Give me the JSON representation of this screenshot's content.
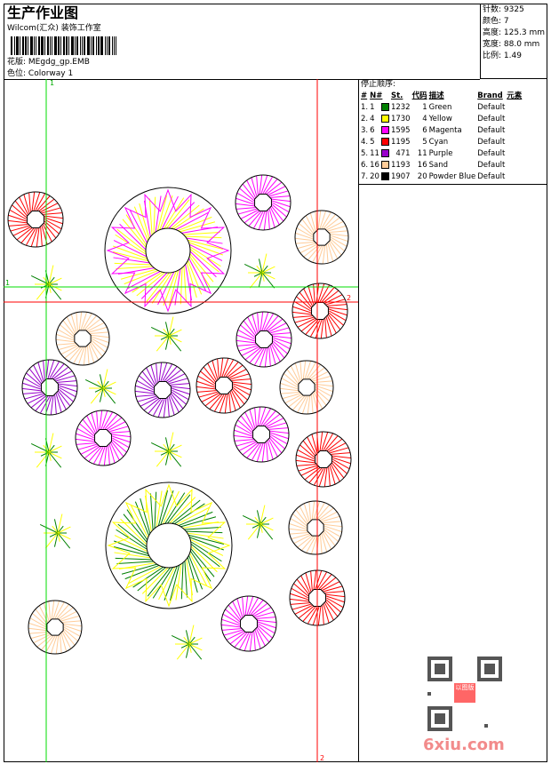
{
  "header": {
    "title": "生产作业图",
    "company": "Wilcom(汇众) 装饰工作室",
    "pattern_label": "花版:",
    "pattern_value": "MEgdg_gp.EMB",
    "colorway_label": "色位:",
    "colorway_value": "Colorway 1"
  },
  "stats": {
    "stitches": "针数: 9325",
    "colors": "颜色: 7",
    "height": "高度: 125.3 mm",
    "width": "宽度: 88.0 mm",
    "scale": "比例: 1.49"
  },
  "stop_sequence": {
    "title": "停止顺序:",
    "headers": [
      "#",
      "N#",
      "St.",
      "代码",
      "描述",
      "Brand",
      "元素"
    ],
    "rows": [
      {
        "idx": "1.",
        "n": "1",
        "color": "#008000",
        "st": "1232",
        "code": "1",
        "desc": "Green",
        "brand": "Default"
      },
      {
        "idx": "2.",
        "n": "4",
        "color": "#ffff00",
        "st": "1730",
        "code": "4",
        "desc": "Yellow",
        "brand": "Default"
      },
      {
        "idx": "3.",
        "n": "6",
        "color": "#ff00ff",
        "st": "1595",
        "code": "6",
        "desc": "Magenta",
        "brand": "Default"
      },
      {
        "idx": "4.",
        "n": "5",
        "color": "#ff0000",
        "st": "1195",
        "code": "5",
        "desc": "Cyan",
        "brand": "Default"
      },
      {
        "idx": "5.",
        "n": "11",
        "color": "#9900cc",
        "st": "471",
        "code": "11",
        "desc": "Purple",
        "brand": "Default"
      },
      {
        "idx": "6.",
        "n": "16",
        "color": "#ffcc99",
        "st": "1193",
        "code": "16",
        "desc": "Sand",
        "brand": "Default"
      },
      {
        "idx": "7.",
        "n": "20",
        "color": "#000000",
        "st": "1907",
        "code": "20",
        "desc": "Powder Blue",
        "brand": "Default"
      }
    ]
  },
  "guides": {
    "green_label": "1",
    "red_label": "2"
  },
  "watermark": {
    "text": "6xiu.com",
    "seal": "以图版"
  }
}
